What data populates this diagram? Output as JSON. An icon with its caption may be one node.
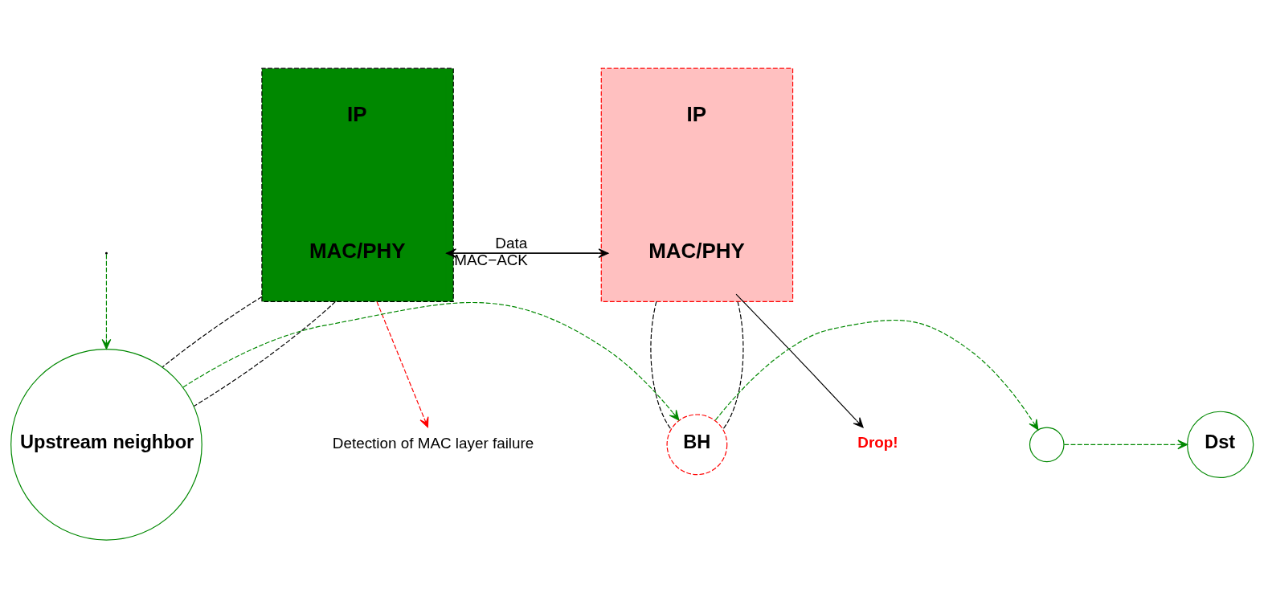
{
  "diagram": {
    "nodes": [
      {
        "text": [],
        "shape": "box"
      },
      {
        "text": [
          "IP"
        ],
        "in": 0
      },
      {
        "text": [
          "MAC/PHY"
        ],
        "in": 0
      },
      {
        "text": [],
        "shape": "box"
      },
      {
        "text": [
          "IP"
        ],
        "in": 3
      },
      {
        "text": [
          "MAC/PHY"
        ],
        "in": 3
      },
      {
        "text": [
          "Upstream neighbor"
        ]
      },
      {
        "text": [
          "BH"
        ]
      },
      {
        "text": [],
        "shape": "circle"
      },
      {
        "text": [
          "Dst"
        ]
      },
      {
        "text": [
          "Detection of MAC layer failure"
        ]
      },
      {
        "text": [
          "Drop!"
        ]
      }
    ],
    "edges": [
      {
        "from": null,
        "to": 6,
        "arrow": "to",
        "style": "dashed",
        "color": "#008800"
      },
      {
        "from": 6,
        "to": 7,
        "arrow": "to",
        "style": "dashed",
        "color": "#008800"
      },
      {
        "from": 7,
        "to": 8,
        "arrow": "to",
        "style": "dashed",
        "color": "#008800"
      },
      {
        "from": 8,
        "to": 9,
        "arrow": "to",
        "style": "dashed",
        "color": "#008800"
      },
      {
        "from": 5,
        "to": 2,
        "arrow": "to",
        "label": "MAC−ACK"
      },
      {
        "from": 2,
        "to": 5,
        "arrow": "to",
        "label": "Data"
      },
      {
        "from": 5,
        "to": 11,
        "arrow": "to"
      },
      {
        "from": 0,
        "to": 10,
        "arrow": "to",
        "style": "dashed",
        "color": "#ff0000"
      },
      {
        "from": 0,
        "to": 6,
        "arrow": "none",
        "style": "dashed"
      },
      {
        "from": 0,
        "to": 6,
        "arrow": "none",
        "style": "dashed"
      },
      {
        "from": 3,
        "to": 7,
        "arrow": "none",
        "style": "dashed"
      },
      {
        "from": 3,
        "to": 7,
        "arrow": "none",
        "style": "dashed"
      }
    ]
  }
}
